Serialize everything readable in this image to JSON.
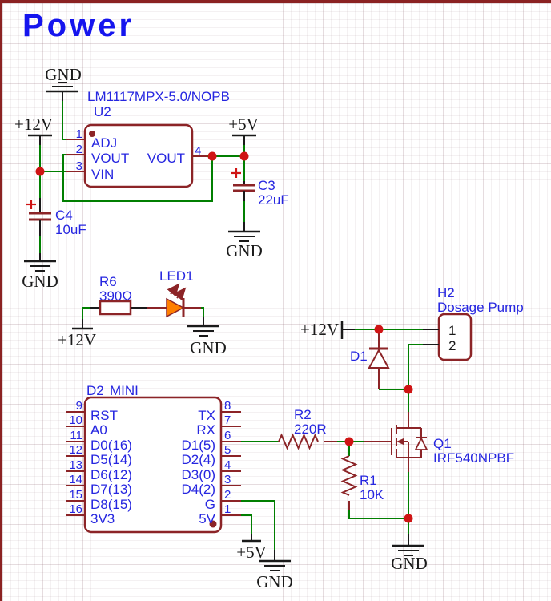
{
  "title": "Power",
  "nets": {
    "gnd": "GND",
    "p12v": "+12V",
    "p5v": "+5V"
  },
  "u2": {
    "ref": "U2",
    "part": "LM1117MPX-5.0/NOPB",
    "pin_names": {
      "adj": "ADJ",
      "vout_left": "VOUT",
      "vin": "VIN",
      "vout_right": "VOUT"
    },
    "pin_numbers": {
      "p1": "1",
      "p2": "2",
      "p3": "3",
      "p4": "4"
    }
  },
  "c4": {
    "ref": "C4",
    "value": "10uF"
  },
  "c3": {
    "ref": "C3",
    "value": "22uF"
  },
  "r6": {
    "ref": "R6",
    "value": "390Ω"
  },
  "led1": {
    "ref": "LED1"
  },
  "h2": {
    "ref": "H2",
    "value": "Dosage Pump",
    "pins": [
      "1",
      "2"
    ]
  },
  "d1": {
    "ref": "D1"
  },
  "r2": {
    "ref": "R2",
    "value": "220R"
  },
  "r1": {
    "ref": "R1",
    "value": "10K"
  },
  "q1": {
    "ref": "Q1",
    "value": "IRF540NPBF"
  },
  "mcu": {
    "ref": "D2",
    "value": "MINI",
    "left_pins": [
      {
        "num": "9",
        "name": "RST"
      },
      {
        "num": "10",
        "name": "A0"
      },
      {
        "num": "11",
        "name": "D0(16)"
      },
      {
        "num": "12",
        "name": "D5(14)"
      },
      {
        "num": "13",
        "name": "D6(12)"
      },
      {
        "num": "14",
        "name": "D7(13)"
      },
      {
        "num": "15",
        "name": "D8(15)"
      },
      {
        "num": "16",
        "name": "3V3"
      }
    ],
    "right_pins": [
      {
        "num": "8",
        "name": "TX"
      },
      {
        "num": "7",
        "name": "RX"
      },
      {
        "num": "6",
        "name": "D1(5)"
      },
      {
        "num": "5",
        "name": "D2(4)"
      },
      {
        "num": "4",
        "name": "D3(0)"
      },
      {
        "num": "3",
        "name": "D4(2)"
      },
      {
        "num": "2",
        "name": "G"
      },
      {
        "num": "1",
        "name": "5V"
      }
    ]
  },
  "colors": {
    "component_outline": "#8c2427",
    "wire": "#017f01",
    "junction": "#cf1414",
    "label_blue": "#2626e0",
    "title_blue": "#1515ee",
    "net_black": "#1a1a1a",
    "led_fill": "#ff7f00",
    "sheet_border": "#8b2222"
  }
}
